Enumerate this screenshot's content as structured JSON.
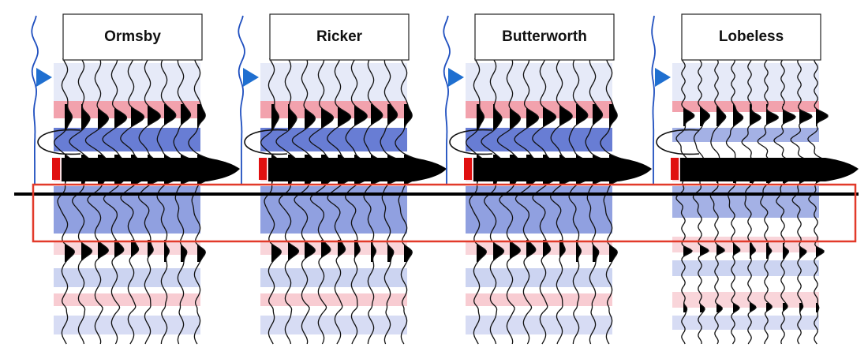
{
  "panels": [
    {
      "label": "Ormsby"
    },
    {
      "label": "Ricker"
    },
    {
      "label": "Butterworth"
    },
    {
      "label": "Lobeless"
    }
  ],
  "colors": {
    "wavelet_line": "#1f4fbf",
    "wavelet_marker": "#1f6fd0",
    "trace_line": "#111111",
    "trace_fill": "#000000",
    "positive_band": "#e8566a",
    "negative_band": "#3552c6",
    "marker_red": "#e01010",
    "horizon_line": "#000000",
    "highlight_box": "#e23a2a"
  }
}
